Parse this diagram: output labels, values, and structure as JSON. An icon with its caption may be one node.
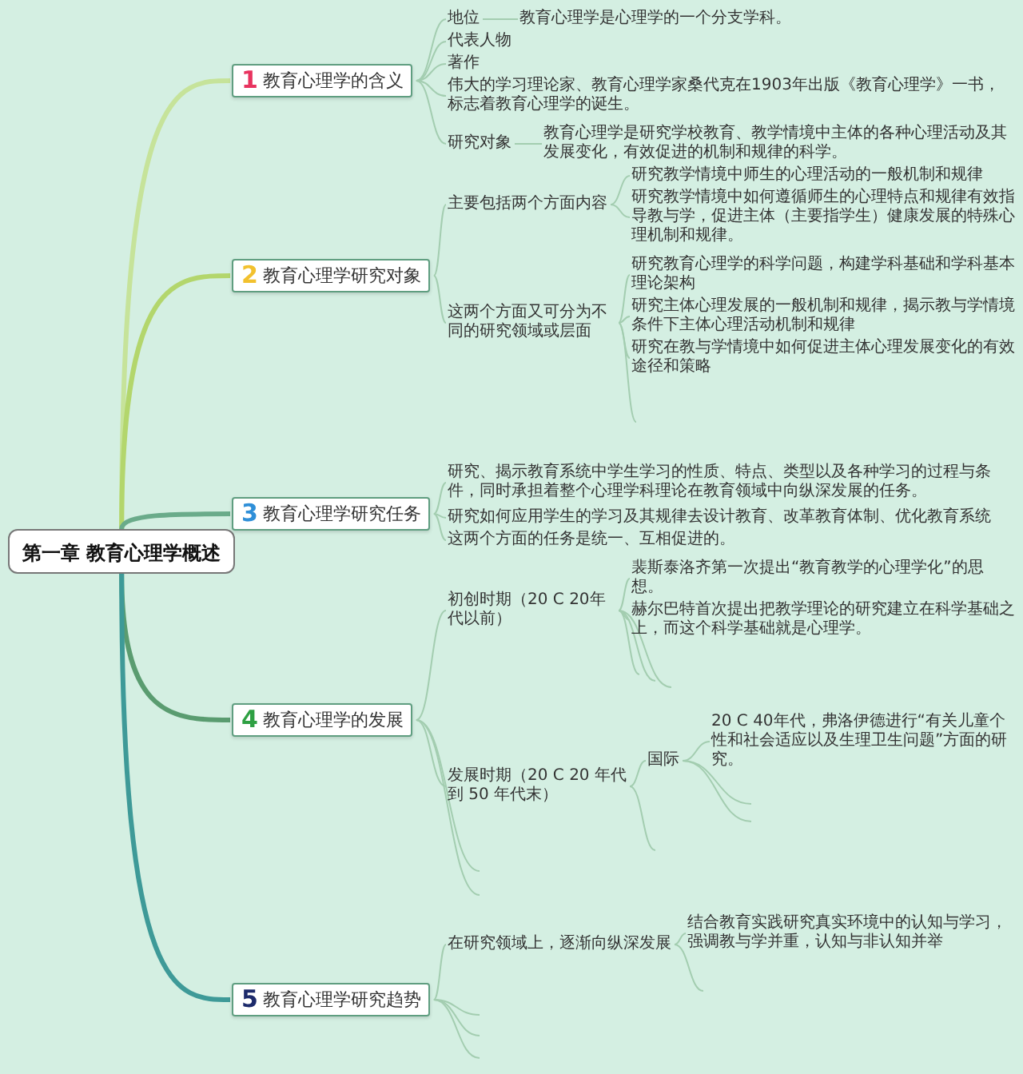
{
  "diagram": {
    "nodes": [
      {
        "text": [
          "第一章 教育心理学概述"
        ]
      },
      {
        "text": [
          "1",
          "教育心理学的含义"
        ]
      },
      {
        "text": [
          "地位"
        ]
      },
      {
        "text": [
          "教育心理学是心理学的一个分支学科。"
        ]
      },
      {
        "text": [
          "代表人物"
        ]
      },
      {
        "text": [
          "著作"
        ]
      },
      {
        "text": [
          "伟大的学习理论家、教育心理学家桑代克在1903年出版《教育心理学》一书，标志着教育心理学的诞生。"
        ]
      },
      {
        "text": [
          "研究对象"
        ]
      },
      {
        "text": [
          "教育心理学是研究学校教育、教学情境中主体的各种心理活动及其发展变化，有效促进的机制和规律的科学。"
        ]
      },
      {
        "text": [
          "2",
          "教育心理学研究对象"
        ]
      },
      {
        "text": [
          "主要包括两个方面内容"
        ]
      },
      {
        "text": [
          "研究教学情境中师生的心理活动的一般机制和规律"
        ]
      },
      {
        "text": [
          "研究教学情境中如何遵循师生的心理特点和规律有效指导教与学，促进主体（主要指学生）健康发展的特殊心理机制和规律。"
        ]
      },
      {
        "text": [
          "这两个方面又可分为不同的研究领域或层面"
        ]
      },
      {
        "text": [
          "研究教育心理学的科学问题，构建学科基础和学科基本理论架构"
        ]
      },
      {
        "text": [
          "研究主体心理发展的一般机制和规律，揭示教与学情境条件下主体心理活动机制和规律"
        ]
      },
      {
        "text": [
          "研究在教与学情境中如何促进主体心理发展变化的有效途径和策略"
        ]
      },
      {
        "text": [
          "3",
          "教育心理学研究任务"
        ]
      },
      {
        "text": [
          "研究、揭示教育系统中学生学习的性质、特点、类型以及各种学习的过程与条件，同时承担着整个心理学科理论在教育领域中向纵深发展的任务。"
        ]
      },
      {
        "text": [
          "研究如何应用学生的学习及其规律去设计教育、改革教育体制、优化教育系统"
        ]
      },
      {
        "text": [
          "这两个方面的任务是统一、互相促进的。"
        ]
      },
      {
        "text": [
          "4",
          "教育心理学的发展"
        ]
      },
      {
        "text": [
          "初创时期（20 C 20年代以前）"
        ]
      },
      {
        "text": [
          "裴斯泰洛齐第一次提出“教育教学的心理学化”的思想。"
        ]
      },
      {
        "text": [
          "赫尔巴特首次提出把教学理论的研究建立在科学基础之上，而这个科学基础就是心理学。"
        ]
      },
      {
        "text": [
          "发展时期（20 C 20 年代到 50 年代末）"
        ]
      },
      {
        "text": [
          "国际"
        ]
      },
      {
        "text": [
          "20 C 40年代，弗洛伊德进行“有关儿童个性和社会适应以及生理卫生问题”方面的研究。"
        ]
      },
      {
        "text": [
          "5",
          "教育心理学研究趋势"
        ]
      },
      {
        "text": [
          "在研究领域上，逐渐向纵深发展"
        ]
      },
      {
        "text": [
          "结合教育实践研究真实环境中的认知与学习，强调教与学并重，认知与非认知并举"
        ]
      }
    ],
    "edges": [
      {
        "from": 0,
        "to": 1,
        "arrow": "none",
        "style": "thick",
        "color": "#c6e39a"
      },
      {
        "from": 0,
        "to": 9,
        "arrow": "none",
        "style": "thick",
        "color": "#b3d66c"
      },
      {
        "from": 0,
        "to": 17,
        "arrow": "none",
        "style": "thick",
        "color": "#6aab8a"
      },
      {
        "from": 0,
        "to": 21,
        "arrow": "none",
        "style": "thick",
        "color": "#5a9c70"
      },
      {
        "from": 0,
        "to": 28,
        "arrow": "none",
        "style": "thick",
        "color": "#3e9a98"
      },
      {
        "from": 1,
        "to": 2,
        "arrow": "none"
      },
      {
        "from": 2,
        "to": 3,
        "arrow": "none"
      },
      {
        "from": 1,
        "to": 4,
        "arrow": "none"
      },
      {
        "from": 1,
        "to": 5,
        "arrow": "none"
      },
      {
        "from": 1,
        "to": 6,
        "arrow": "none"
      },
      {
        "from": 1,
        "to": 7,
        "arrow": "none"
      },
      {
        "from": 7,
        "to": 8,
        "arrow": "none"
      },
      {
        "from": 9,
        "to": 10,
        "arrow": "none"
      },
      {
        "from": 10,
        "to": 11,
        "arrow": "none"
      },
      {
        "from": 10,
        "to": 12,
        "arrow": "none"
      },
      {
        "from": 9,
        "to": 13,
        "arrow": "none"
      },
      {
        "from": 13,
        "to": 14,
        "arrow": "none"
      },
      {
        "from": 13,
        "to": 15,
        "arrow": "none"
      },
      {
        "from": 13,
        "to": 16,
        "arrow": "none"
      },
      {
        "from": 13,
        "to": null,
        "arrow": "none"
      },
      {
        "from": 17,
        "to": 18,
        "arrow": "none"
      },
      {
        "from": 17,
        "to": 19,
        "arrow": "none"
      },
      {
        "from": 17,
        "to": 20,
        "arrow": "none"
      },
      {
        "from": 21,
        "to": 22,
        "arrow": "none"
      },
      {
        "from": 22,
        "to": 23,
        "arrow": "none"
      },
      {
        "from": 22,
        "to": 24,
        "arrow": "none"
      },
      {
        "from": 22,
        "to": null,
        "arrow": "none"
      },
      {
        "from": 22,
        "to": null,
        "arrow": "none"
      },
      {
        "from": 22,
        "to": null,
        "arrow": "none"
      },
      {
        "from": 21,
        "to": 25,
        "arrow": "none"
      },
      {
        "from": 25,
        "to": 26,
        "arrow": "none"
      },
      {
        "from": 26,
        "to": 27,
        "arrow": "none"
      },
      {
        "from": 26,
        "to": null,
        "arrow": "none"
      },
      {
        "from": 26,
        "to": null,
        "arrow": "none"
      },
      {
        "from": 25,
        "to": null,
        "arrow": "none"
      },
      {
        "from": 21,
        "to": null,
        "arrow": "none"
      },
      {
        "from": 21,
        "to": null,
        "arrow": "none"
      },
      {
        "from": 28,
        "to": 29,
        "arrow": "none"
      },
      {
        "from": 29,
        "to": 30,
        "arrow": "none"
      },
      {
        "from": 29,
        "to": null,
        "arrow": "none"
      },
      {
        "from": 28,
        "to": null,
        "arrow": "none"
      },
      {
        "from": 28,
        "to": null,
        "arrow": "none"
      },
      {
        "from": 28,
        "to": null,
        "arrow": "none"
      }
    ]
  }
}
